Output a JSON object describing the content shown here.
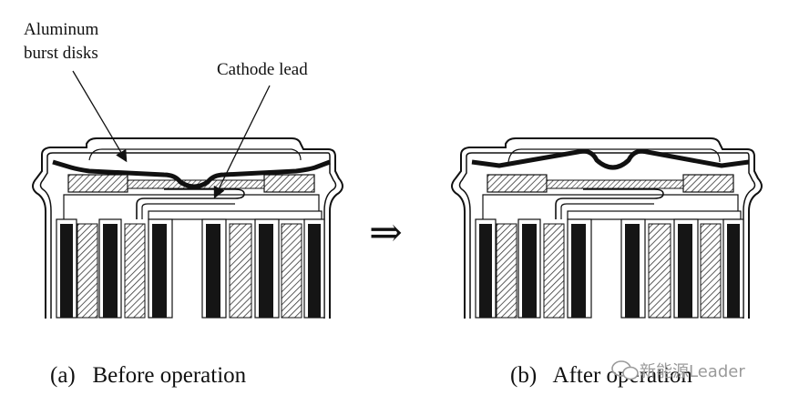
{
  "annotations": {
    "burst_disks": [
      "Aluminum",
      "burst disks"
    ],
    "cathode_lead": "Cathode lead"
  },
  "captions": {
    "before": "(a)   Before operation",
    "after": "(b)   After operation"
  },
  "transition_arrow": "⇒",
  "watermark": "新能源Leader",
  "watermark_icon": "wechat-icon",
  "colors": {
    "ink": "#111111",
    "hatch": "#444444",
    "background": "#ffffff",
    "watermark": "#9a9a9a"
  }
}
